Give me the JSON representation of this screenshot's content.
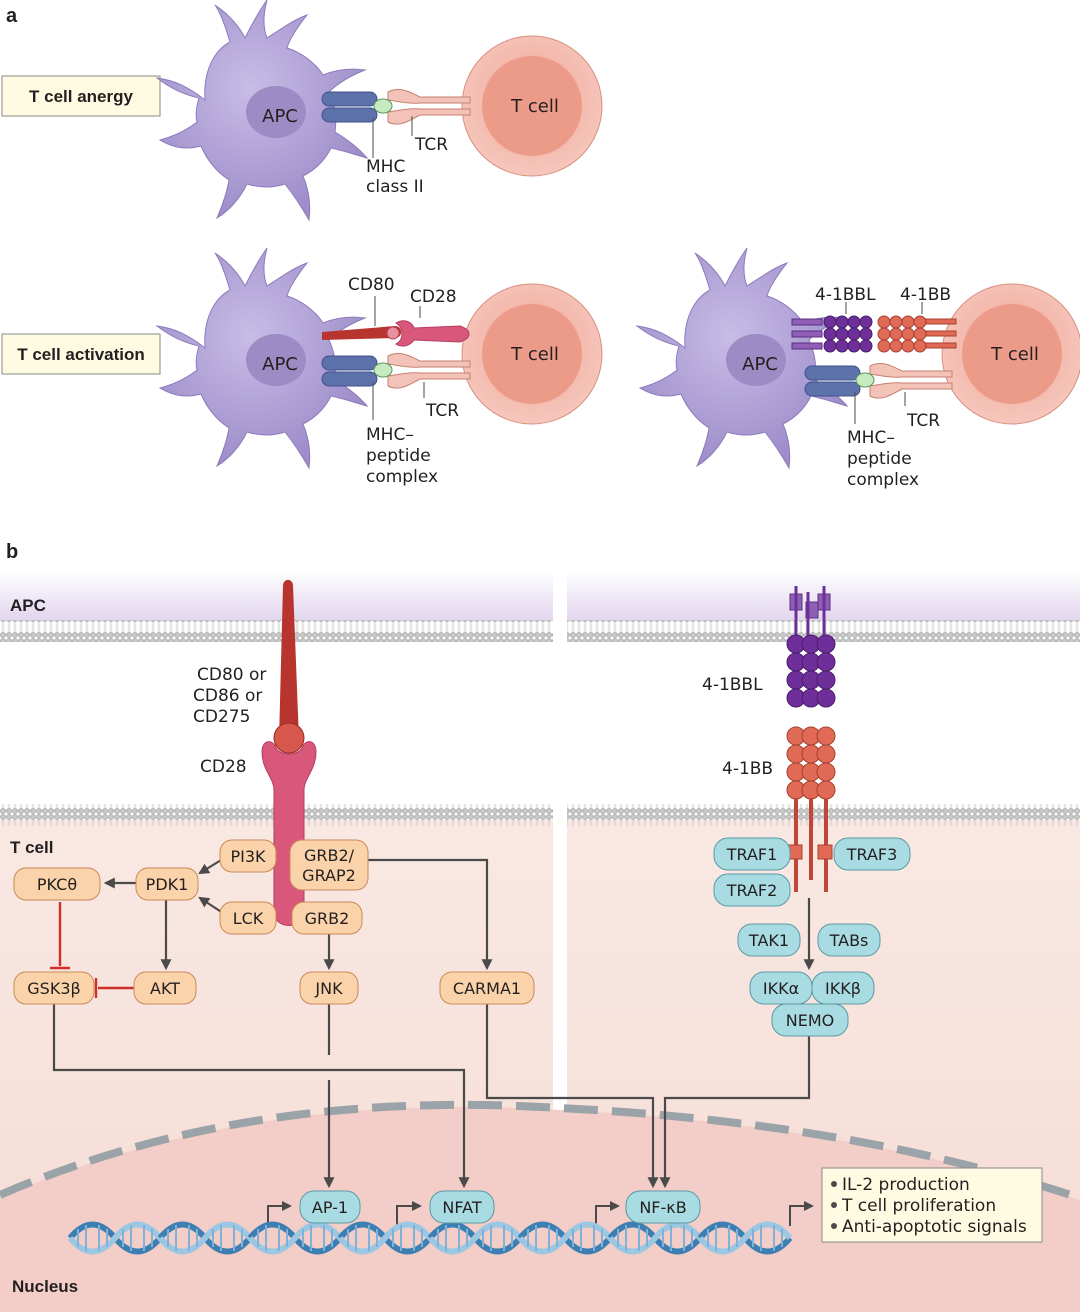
{
  "panels": {
    "a": "a",
    "b": "b"
  },
  "panel_a": {
    "anergy_label": "T cell anergy",
    "activation_label": "T cell activation",
    "apc": "APC",
    "t_cell": "T cell",
    "tcr": "TCR",
    "mhc_class2_line1": "MHC",
    "mhc_class2_line2": "class II",
    "cd80": "CD80",
    "cd28": "CD28",
    "mhc_peptide_line1": "MHC–",
    "mhc_peptide_line2": "peptide",
    "mhc_peptide_line3": "complex",
    "l41bbl": "4-1BBL",
    "l41bb": "4-1BB"
  },
  "panel_b": {
    "apc": "APC",
    "t_cell": "T cell",
    "nucleus": "Nucleus",
    "ligand_line1": "CD80 or",
    "ligand_line2": "CD86 or",
    "ligand_line3": "CD275",
    "cd28": "CD28",
    "l41bbl": "4-1BBL",
    "l41bb": "4-1BB",
    "nodes": {
      "pi3k": "PI3K",
      "grb2_grap2_line1": "GRB2/",
      "grb2_grap2_line2": "GRAP2",
      "pkc": "PKCθ",
      "pdk1": "PDK1",
      "lck": "LCK",
      "grb2": "GRB2",
      "gsk3b": "GSK3β",
      "akt": "AKT",
      "jnk": "JNK",
      "carma1": "CARMA1",
      "traf1": "TRAF1",
      "traf2": "TRAF2",
      "traf3": "TRAF3",
      "tak1": "TAK1",
      "tabs": "TABs",
      "ikka": "IKKα",
      "ikkb": "IKKβ",
      "nemo": "NEMO",
      "ap1": "AP-1",
      "nfat": "NFAT",
      "nfkb": "NF-κB"
    },
    "outcomes": [
      "IL-2 production",
      "T cell proliferation",
      "Anti-apoptotic signals"
    ]
  },
  "colors": {
    "apc_purple": "#a99ad0",
    "tcell_pink": "#eca79b",
    "mhc_blue": "#5d71ab",
    "cd28_pink": "#d9577a",
    "ligand_red": "#b8352f",
    "node_orange": "#fbd3aa",
    "node_blue": "#a9dbe2",
    "inhibit_red": "#d0302b",
    "membrane_lilac": "#e6dcef",
    "cytoplasm_pink": "#f8e2dc",
    "nucleus_pink": "#f2ccc7",
    "label_box": "#fffbe2"
  }
}
